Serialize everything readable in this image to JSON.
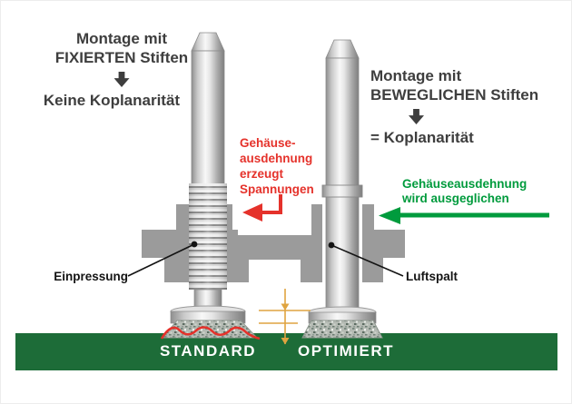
{
  "colors": {
    "title_text": "#3e3e3e",
    "red": "#e5322b",
    "green": "#009b3d",
    "bar_green": "#1d6c38",
    "housing": "#9b9b9b",
    "marker": "#dfa440"
  },
  "left_panel": {
    "title_line1": "Montage mit",
    "title_line2": "FIXIERTEN Stiften",
    "arrow_icon": "down-block-arrow",
    "result": "Keine Koplanarität"
  },
  "right_panel": {
    "title_line1": "Montage mit",
    "title_line2": "BEWEGLICHEN Stiften",
    "arrow_icon": "down-block-arrow",
    "result": "= Koplanarität"
  },
  "red_note": {
    "lines": [
      "Gehäuse-",
      "ausdehnung",
      "erzeugt",
      "Spannungen"
    ]
  },
  "green_note": {
    "lines": [
      "Gehäuseausdehnung",
      "wird ausgeglichen"
    ]
  },
  "labels": {
    "left_pin": "Einpressung",
    "right_pin": "Luftspalt"
  },
  "footer": {
    "left": "STANDARD",
    "right": "OPTIMIERT"
  }
}
